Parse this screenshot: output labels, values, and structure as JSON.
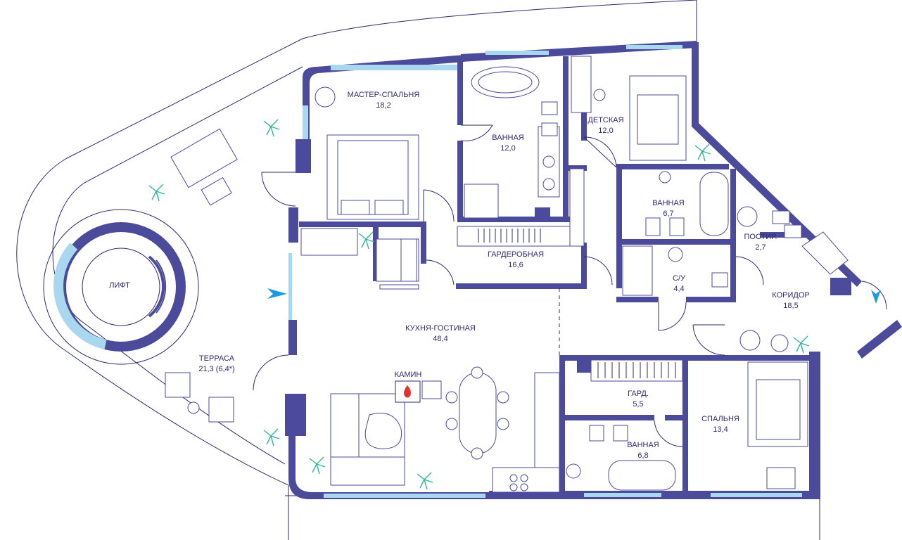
{
  "rooms": {
    "master_bedroom": {
      "name": "МАСТЕР-СПАЛЬНЯ",
      "area": "18,2"
    },
    "bath_master": {
      "name": "ВАННАЯ",
      "area": "12,0"
    },
    "kids": {
      "name": "ДЕТСКАЯ",
      "area": "12,0"
    },
    "bath_kids": {
      "name": "ВАННАЯ",
      "area": "6,7"
    },
    "laundry": {
      "name": "ПОСТИР.",
      "area": "2,7"
    },
    "wardrobe": {
      "name": "ГАРДЕРОБНАЯ",
      "area": "16,6"
    },
    "wc": {
      "name": "С/У",
      "area": "4,4"
    },
    "corridor": {
      "name": "КОРИДОР",
      "area": "18,5"
    },
    "lift": {
      "name": "ЛИФТ"
    },
    "terrace": {
      "name": "ТЕРРАСА",
      "area": "21,3 (6,4*)"
    },
    "kitchen_living": {
      "name": "КУХНЯ-ГОСТИНАЯ",
      "area": "48,4"
    },
    "fireplace": {
      "name": "КАМИН"
    },
    "small_wardrobe": {
      "name": "ГАРД.",
      "area": "5,5"
    },
    "bath_small": {
      "name": "ВАННАЯ",
      "area": "6,8"
    },
    "bedroom": {
      "name": "СПАЛЬНЯ",
      "area": "13,4"
    }
  },
  "colors": {
    "wall": "#4b4a9b",
    "glass": "#a9d7f0",
    "text": "#2e2a6e",
    "plants": "#2fb79b",
    "entry_arrow": "#1e9be0",
    "fire": "#e4312b"
  }
}
